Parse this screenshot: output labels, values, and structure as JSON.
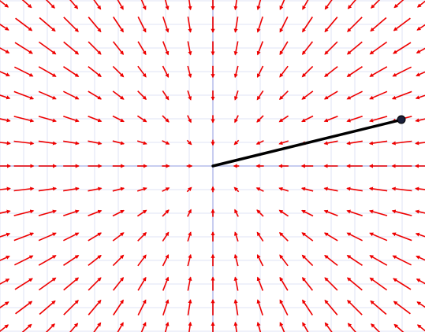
{
  "field": {
    "type": "vector-field",
    "description_shown": false,
    "x_range": [
      -9,
      9
    ],
    "y_range": [
      -7,
      7
    ],
    "grid_step": 1,
    "center": [
      0,
      0
    ],
    "arrow_color": "#ee0000",
    "grid_color": "#dfe3f5",
    "axis_color": "#c8cdf0"
  },
  "trajectory": {
    "start": [
      8,
      2
    ],
    "end": [
      0,
      0
    ],
    "line_color": "#000000"
  }
}
